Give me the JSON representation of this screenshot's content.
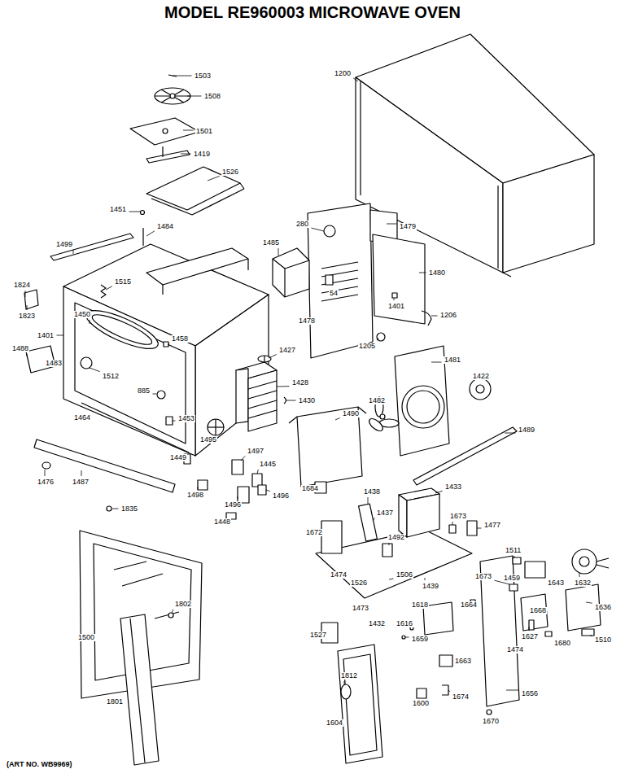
{
  "diagram": {
    "title": "MODEL RE960003 MICROWAVE OVEN",
    "caption": "(ART NO. WB9969)",
    "labels": [
      "1503",
      "1508",
      "1200",
      "1501",
      "1419",
      "1526",
      "1451",
      "1484",
      "280",
      "1479",
      "1485",
      "1499",
      "1480",
      "54",
      "1824",
      "1515",
      "1823",
      "1450",
      "1401",
      "1478",
      "1401",
      "1206",
      "1205",
      "1458",
      "1427",
      "1481",
      "1422",
      "1488",
      "1483",
      "1512",
      "1428",
      "885",
      "1430",
      "1490",
      "1482",
      "1453",
      "1464",
      "1495",
      "1489",
      "1497",
      "1449",
      "1445",
      "1476",
      "1487",
      "1498",
      "1496",
      "1496",
      "1684",
      "1438",
      "1437",
      "1433",
      "1672",
      "1673",
      "1477",
      "1448",
      "1835",
      "1492",
      "1511",
      "1632",
      "1673",
      "1643",
      "1474",
      "1526",
      "1506",
      "1439",
      "1459",
      "1636",
      "1473",
      "1618",
      "1664",
      "1668",
      "1432",
      "1527",
      "1616",
      "1802",
      "1659",
      "1627",
      "1510",
      "1474",
      "1680",
      "1500",
      "1663",
      "1656",
      "1812",
      "1600",
      "1674",
      "1801",
      "1670",
      "1604"
    ]
  }
}
